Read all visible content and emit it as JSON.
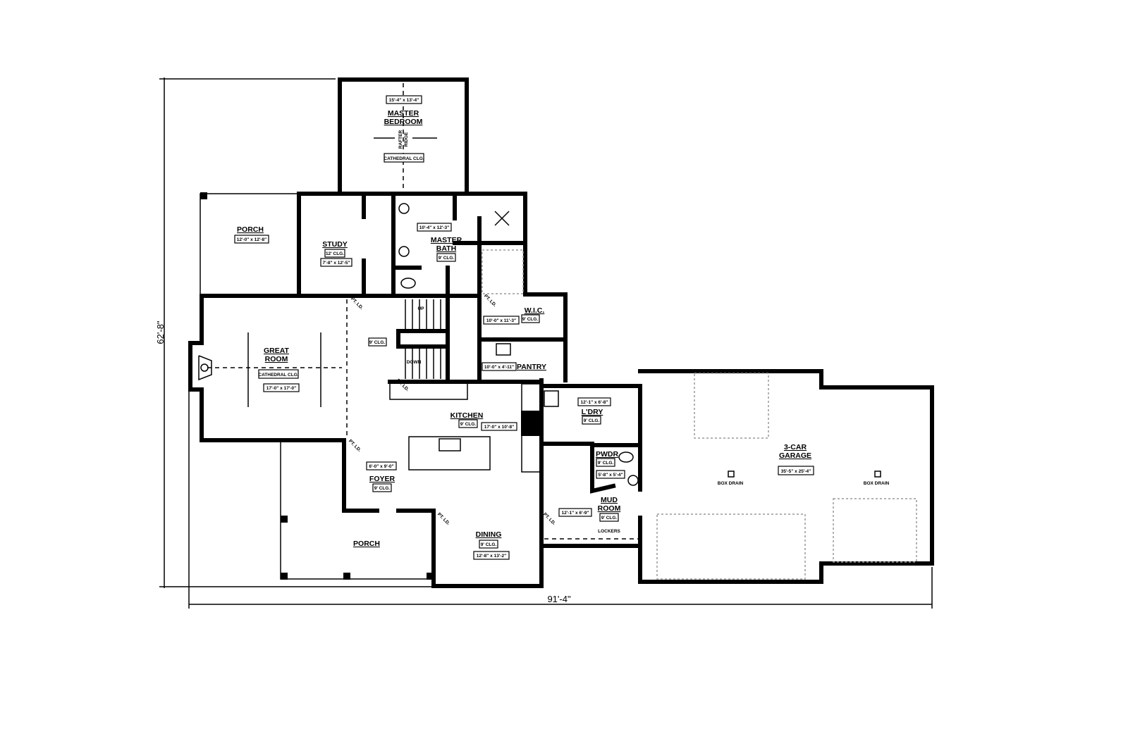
{
  "dimensions": {
    "depth": "62'-8\"",
    "width": "91'-4\""
  },
  "rooms": {
    "master_bedroom": {
      "name1": "MASTER",
      "name2": "BEDROOM",
      "size": "15'-4\" x 13'-4\"",
      "ceiling": "CATHEDRAL CLG.",
      "note1": "RAFTER",
      "note2": "RIDGE"
    },
    "porch_rear": {
      "name": "PORCH",
      "size": "12'-0\" x 12'-8\""
    },
    "study": {
      "name": "STUDY",
      "ceiling": "12' CLG.",
      "size": "7'-8\" x 12'-5\""
    },
    "master_bath": {
      "name1": "MASTER",
      "name2": "BATH",
      "size": "10'-4\" x 12'-3\"",
      "ceiling": "9' CLG."
    },
    "great_room": {
      "name1": "GREAT",
      "name2": "ROOM",
      "ceiling": "CATHEDRAL CLG.",
      "size": "17'-0\" x 17'-0\""
    },
    "hall": {
      "ceiling": "9' CLG."
    },
    "stairs": {
      "up": "UP",
      "down": "DOWN"
    },
    "wic": {
      "name": "W.I.C.",
      "size": "10'-0\" x 11'-3\"",
      "ceiling": "9' CLG."
    },
    "pantry": {
      "name": "PANTRY",
      "size": "10'-0\" x 4'-11\""
    },
    "kitchen": {
      "name": "KITCHEN",
      "ceiling": "9' CLG.",
      "size": "17'-0\" x 10'-8\""
    },
    "laundry": {
      "name": "L'DRY",
      "size": "12'-1\" x 6'-8\"",
      "ceiling": "9' CLG."
    },
    "powder": {
      "name": "PWDR",
      "ceiling": "9' CLG.",
      "size": "5'-8\" x 5'-4\""
    },
    "foyer": {
      "name": "FOYER",
      "size": "6'-0\" x 9'-0\"",
      "ceiling": "9' CLG."
    },
    "mud_room": {
      "name1": "MUD",
      "name2": "ROOM",
      "size": "12'-1\" x 6'-9\"",
      "ceiling": "9' CLG.",
      "lockers": "LOCKERS"
    },
    "garage": {
      "name1": "3-CAR",
      "name2": "GARAGE",
      "size": "35'-5\" x 25'-4\"",
      "drain_left": "BOX DRAIN",
      "drain_right": "BOX DRAIN"
    },
    "porch_front": {
      "name": "PORCH"
    },
    "dining": {
      "name": "DINING",
      "ceiling": "9' CLG.",
      "size": "12'-8\" x 13'-2\""
    }
  },
  "markers": {
    "pt_ld": "PT. LD."
  }
}
